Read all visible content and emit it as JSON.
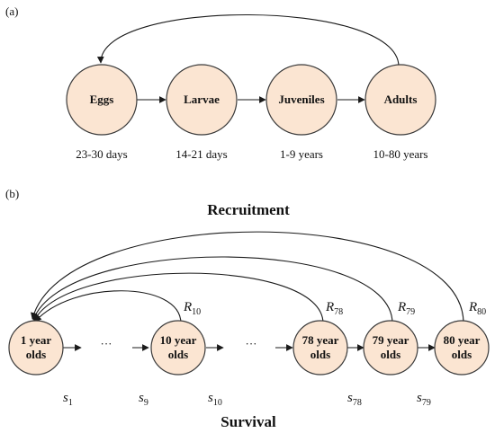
{
  "panel_a": {
    "label": "(a)",
    "stages": [
      {
        "name": "Eggs",
        "duration": "23-30 days"
      },
      {
        "name": "Larvae",
        "duration": "14-21 days"
      },
      {
        "name": "Juveniles",
        "duration": "1-9 years"
      },
      {
        "name": "Adults",
        "duration": "10-80 years"
      }
    ]
  },
  "panel_b": {
    "label": "(b)",
    "top_heading": "Recruitment",
    "bottom_heading": "Survival",
    "ellipsis": "···",
    "nodes": [
      {
        "line1": "1 year",
        "line2": "olds"
      },
      {
        "line1": "10 year",
        "line2": "olds"
      },
      {
        "line1": "78 year",
        "line2": "olds"
      },
      {
        "line1": "79 year",
        "line2": "olds"
      },
      {
        "line1": "80 year",
        "line2": "olds"
      }
    ],
    "recruitment_labels": [
      {
        "base": "R",
        "sub": "10"
      },
      {
        "base": "R",
        "sub": "78"
      },
      {
        "base": "R",
        "sub": "79"
      },
      {
        "base": "R",
        "sub": "80"
      }
    ],
    "survival_labels": [
      {
        "base": "s",
        "sub": "1"
      },
      {
        "base": "s",
        "sub": "9"
      },
      {
        "base": "s",
        "sub": "10"
      },
      {
        "base": "s",
        "sub": "78"
      },
      {
        "base": "s",
        "sub": "79"
      }
    ]
  },
  "colors": {
    "node_fill": "#fbe5d2",
    "node_stroke": "#3a3a3a",
    "edge": "#1a1a1a"
  }
}
